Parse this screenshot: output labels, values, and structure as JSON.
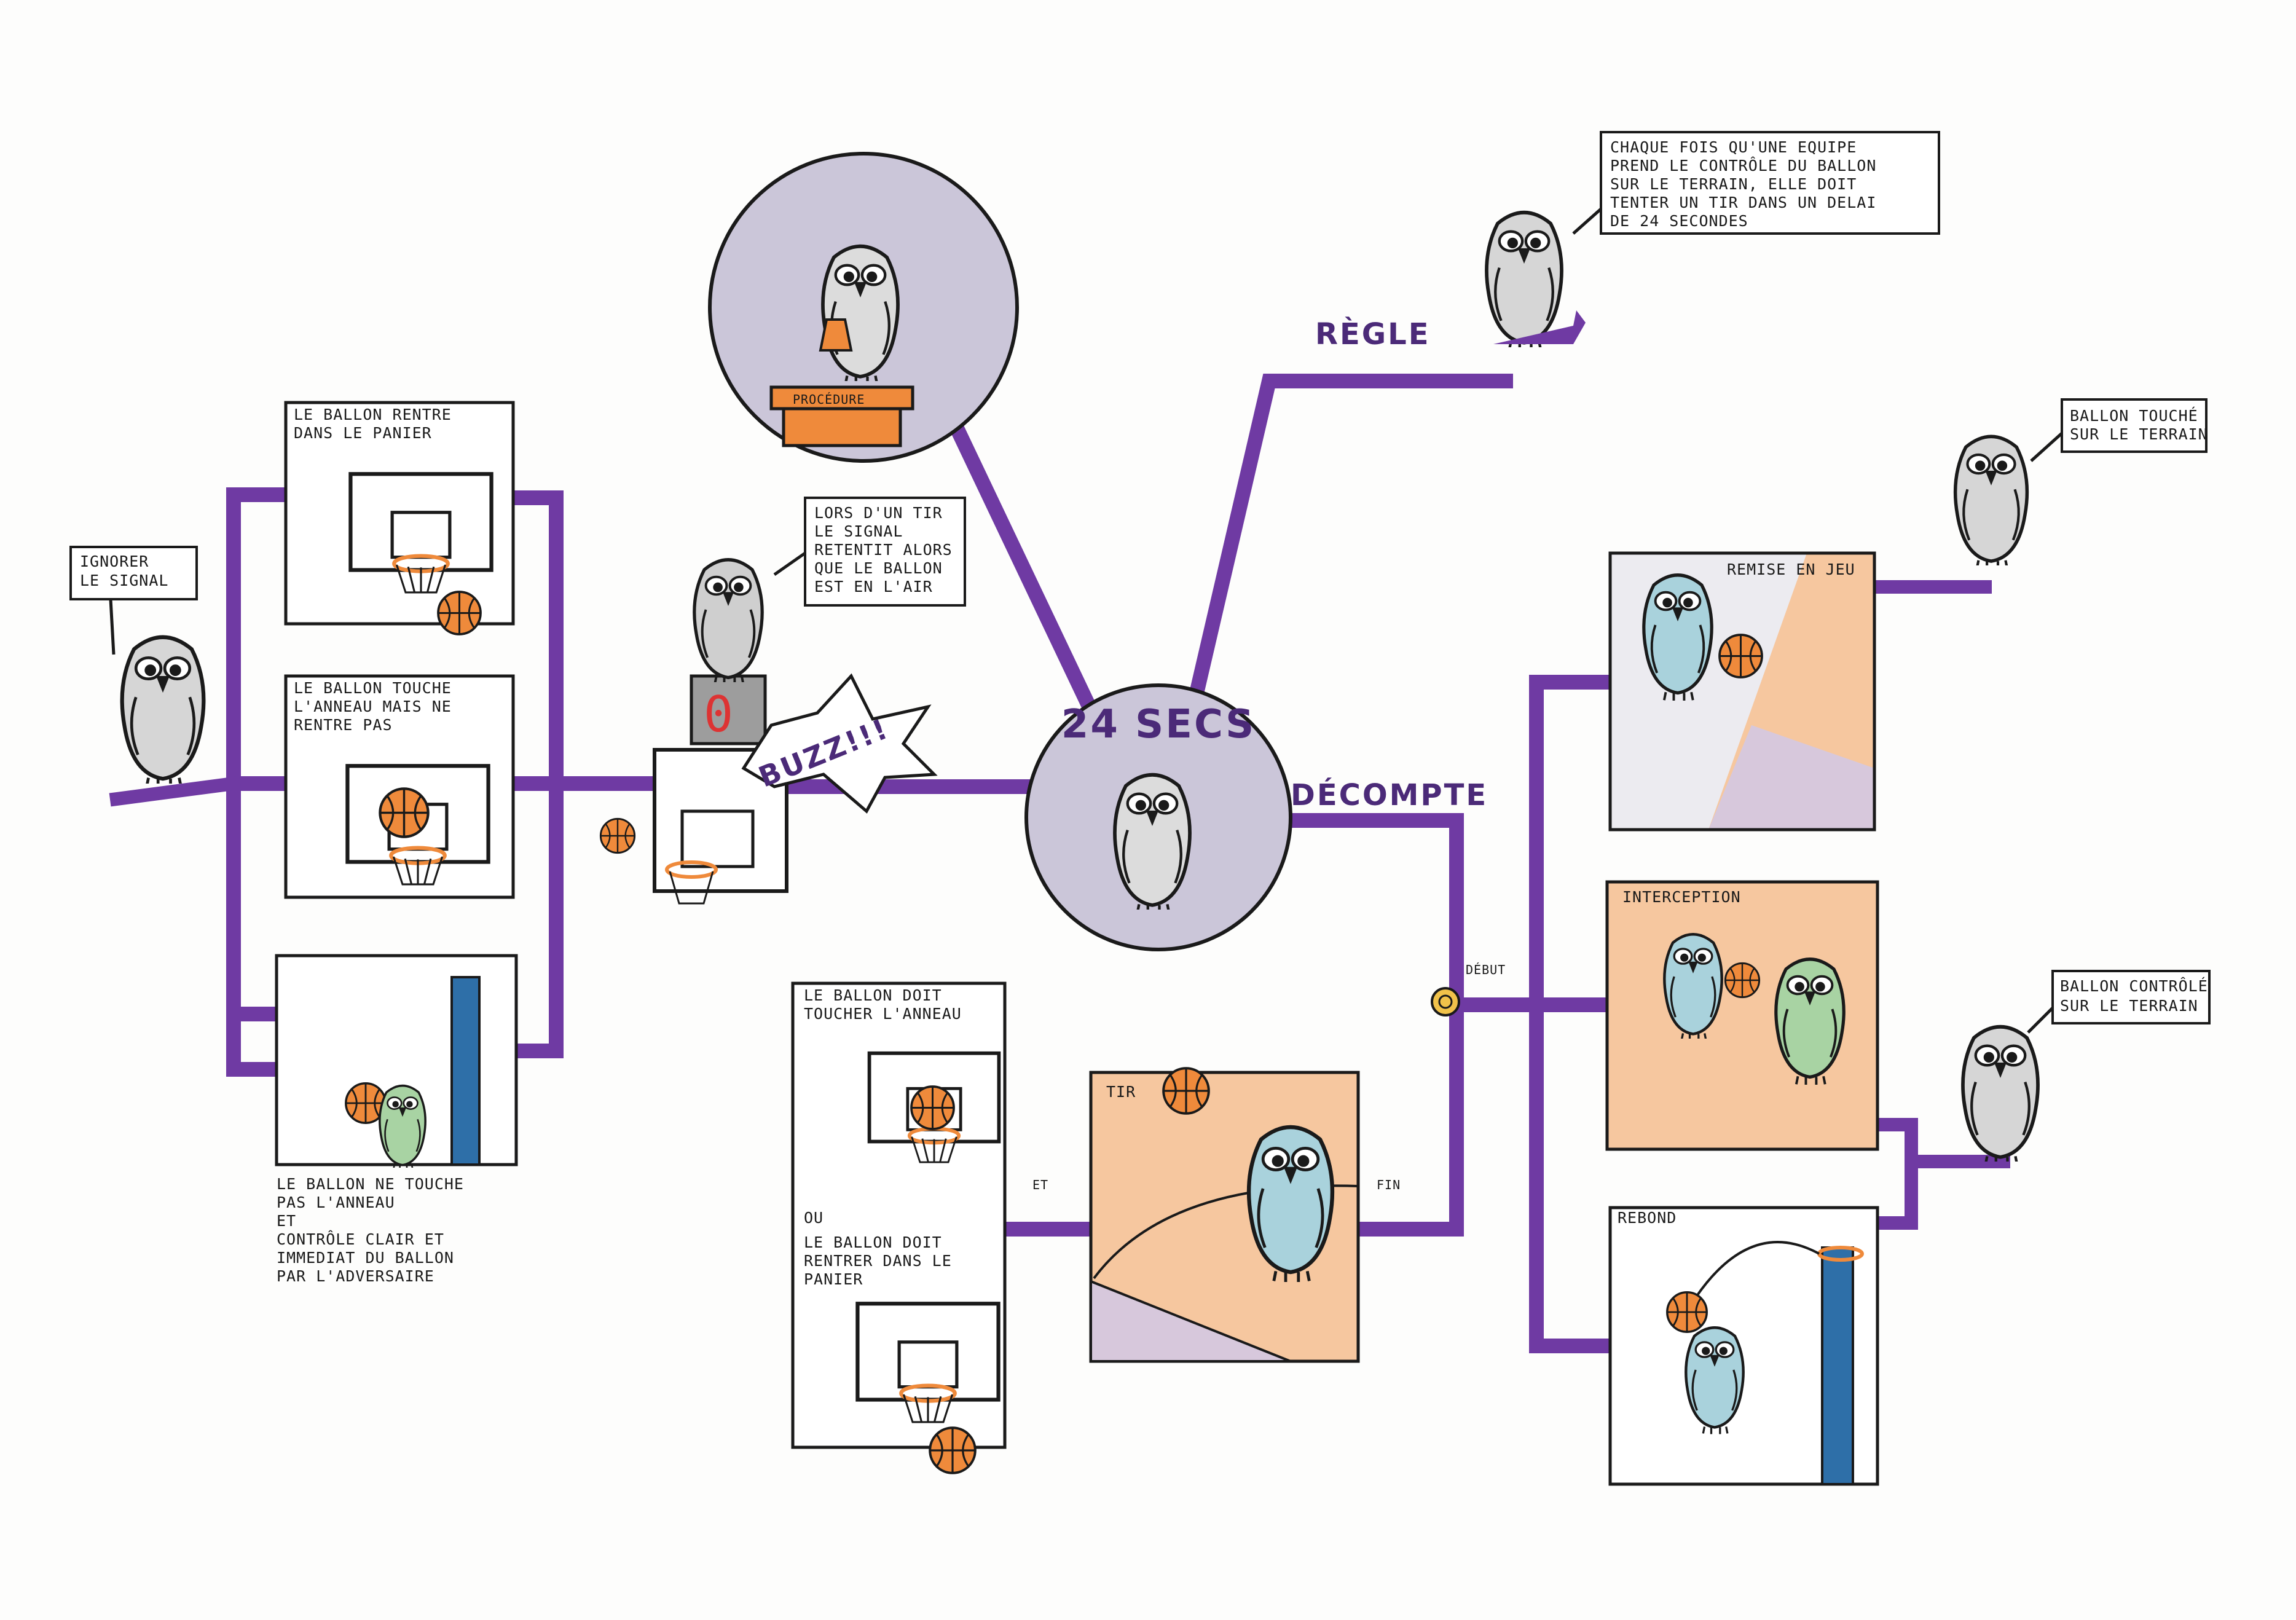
{
  "colors": {
    "connector": "#6f3aa3",
    "hub_fill": "#cbc6d9",
    "orange_court": "#f6c79f",
    "purple_court": "#d7c8dc",
    "owl_gray": "#cfcfcf",
    "owl_blue": "#a9d2dc",
    "owl_green": "#a8d3a3",
    "ball": "#ef8a3b",
    "pole_blue": "#2e6fa8"
  },
  "hub": {
    "title": "24 SECS"
  },
  "procedure": {
    "podium_label": "PROCÉDURE"
  },
  "branches": {
    "regle": "RÈGLE",
    "decompte": "DÉCOMPTE",
    "debut": "DÉBUT",
    "fin": "FIN",
    "et": "ET"
  },
  "bubbles": {
    "rule_lines": [
      "CHAQUE FOIS QU'UNE EQUIPE",
      "PREND LE CONTRÔLE DU BALLON",
      "SUR LE TERRAIN, ELLE DOIT",
      "TENTER UN TIR DANS UN DELAI",
      "DE 24 SECONDES"
    ],
    "touched_lines": [
      "BALLON TOUCHÉ",
      "SUR LE TERRAIN"
    ],
    "controlled_lines": [
      "BALLON CONTRÔLÉ",
      "SUR LE TERRAIN"
    ],
    "signal_lines": [
      "LORS D'UN TIR",
      "LE SIGNAL",
      "RETENTIT ALORS",
      "QUE LE BALLON",
      "EST EN L'AIR"
    ],
    "ignore_lines": [
      "IGNORER",
      "LE SIGNAL"
    ]
  },
  "buzz": "BUZZ!!!",
  "left_panels": {
    "enters_lines": [
      "LE BALLON RENTRE",
      "DANS LE PANIER"
    ],
    "touches_lines": [
      "LE BALLON TOUCHE",
      "L'ANNEAU MAIS NE",
      "RENTRE PAS"
    ],
    "no_touch_lines": [
      "LE BALLON NE TOUCHE",
      "PAS L'ANNEAU",
      "ET",
      "CONTRÔLE CLAIR ET",
      "IMMEDIAT DU BALLON",
      "PAR L'ADVERSAIRE"
    ]
  },
  "middle_panels": {
    "tir": "TIR",
    "must_touch_lines": [
      "LE BALLON DOIT",
      "TOUCHER L'ANNEAU"
    ],
    "ou": "OU",
    "must_enter_lines": [
      "LE BALLON DOIT",
      "RENTRER DANS LE",
      "PANIER"
    ]
  },
  "right_panels": {
    "remise": "REMISE EN JEU",
    "interception": "INTERCEPTION",
    "rebond": "REBOND"
  }
}
